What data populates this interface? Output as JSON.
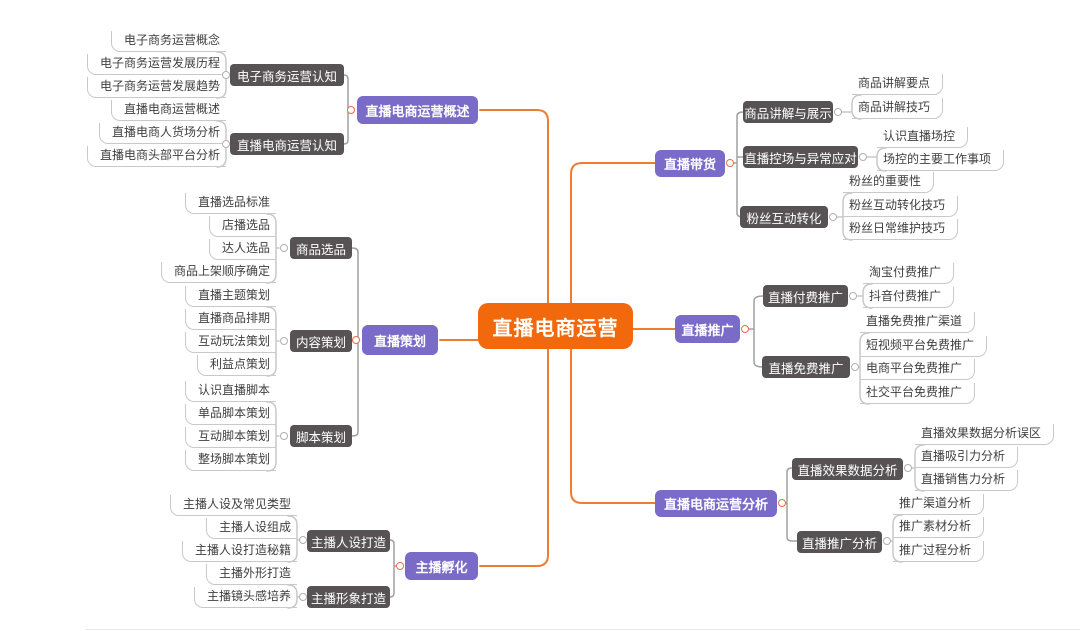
{
  "root": {
    "label": "直播电商运营"
  },
  "branches": [
    {
      "label": "直播电商运营概述",
      "children": [
        {
          "label": "电子商务运营认知",
          "children": [
            {
              "label": "电子商务运营概念"
            },
            {
              "label": "电子商务运营发展历程"
            },
            {
              "label": "电子商务运营发展趋势"
            }
          ]
        },
        {
          "label": "直播电商运营认知",
          "children": [
            {
              "label": "直播电商运营概述"
            },
            {
              "label": "直播电商人货场分析"
            },
            {
              "label": "直播电商头部平台分析"
            }
          ]
        }
      ]
    },
    {
      "label": "直播策划",
      "children": [
        {
          "label": "商品选品",
          "children": [
            {
              "label": "直播选品标准"
            },
            {
              "label": "店播选品"
            },
            {
              "label": "达人选品"
            },
            {
              "label": "商品上架顺序确定"
            }
          ]
        },
        {
          "label": "内容策划",
          "children": [
            {
              "label": "直播主题策划"
            },
            {
              "label": "直播商品排期"
            },
            {
              "label": "互动玩法策划"
            },
            {
              "label": "利益点策划"
            }
          ]
        },
        {
          "label": "脚本策划",
          "children": [
            {
              "label": "认识直播脚本"
            },
            {
              "label": "单品脚本策划"
            },
            {
              "label": "互动脚本策划"
            },
            {
              "label": "整场脚本策划"
            }
          ]
        }
      ]
    },
    {
      "label": "主播孵化",
      "children": [
        {
          "label": "主播人设打造",
          "children": [
            {
              "label": "主播人设及常见类型"
            },
            {
              "label": "主播人设组成"
            },
            {
              "label": "主播人设打造秘籍"
            }
          ]
        },
        {
          "label": "主播形象打造",
          "children": [
            {
              "label": "主播外形打造"
            },
            {
              "label": "主播镜头感培养"
            }
          ]
        }
      ]
    },
    {
      "label": "直播带货",
      "children": [
        {
          "label": "商品讲解与展示",
          "children": [
            {
              "label": "商品讲解要点"
            },
            {
              "label": "商品讲解技巧"
            }
          ]
        },
        {
          "label": "直播控场与异常应对",
          "children": [
            {
              "label": "认识直播场控"
            },
            {
              "label": "场控的主要工作事项"
            }
          ]
        },
        {
          "label": "粉丝互动转化",
          "children": [
            {
              "label": "粉丝的重要性"
            },
            {
              "label": "粉丝互动转化技巧"
            },
            {
              "label": "粉丝日常维护技巧"
            }
          ]
        }
      ]
    },
    {
      "label": "直播推广",
      "children": [
        {
          "label": "直播付费推广",
          "children": [
            {
              "label": "淘宝付费推广"
            },
            {
              "label": "抖音付费推广"
            }
          ]
        },
        {
          "label": "直播免费推广",
          "children": [
            {
              "label": "直播免费推广渠道"
            },
            {
              "label": "短视频平台免费推广"
            },
            {
              "label": "电商平台免费推广"
            },
            {
              "label": "社交平台免费推广"
            }
          ]
        }
      ]
    },
    {
      "label": "直播电商运营分析",
      "children": [
        {
          "label": "直播效果数据分析",
          "children": [
            {
              "label": "直播效果数据分析误区"
            },
            {
              "label": "直播吸引力分析"
            },
            {
              "label": "直播销售力分析"
            }
          ]
        },
        {
          "label": "直播推广分析",
          "children": [
            {
              "label": "推广渠道分析"
            },
            {
              "label": "推广素材分析"
            },
            {
              "label": "推广过程分析"
            }
          ]
        }
      ]
    }
  ],
  "colors": {
    "center_bg": "#F2690D",
    "branch_bg": "#7A6BC8",
    "sub_bg": "#575355",
    "line_orange": "#ED7D31",
    "line_gray": "#A0A0A0",
    "leaf_line": "#C9C9C9",
    "ring_orange": "#E66E4A",
    "ring_gray": "#B0B0B0"
  }
}
